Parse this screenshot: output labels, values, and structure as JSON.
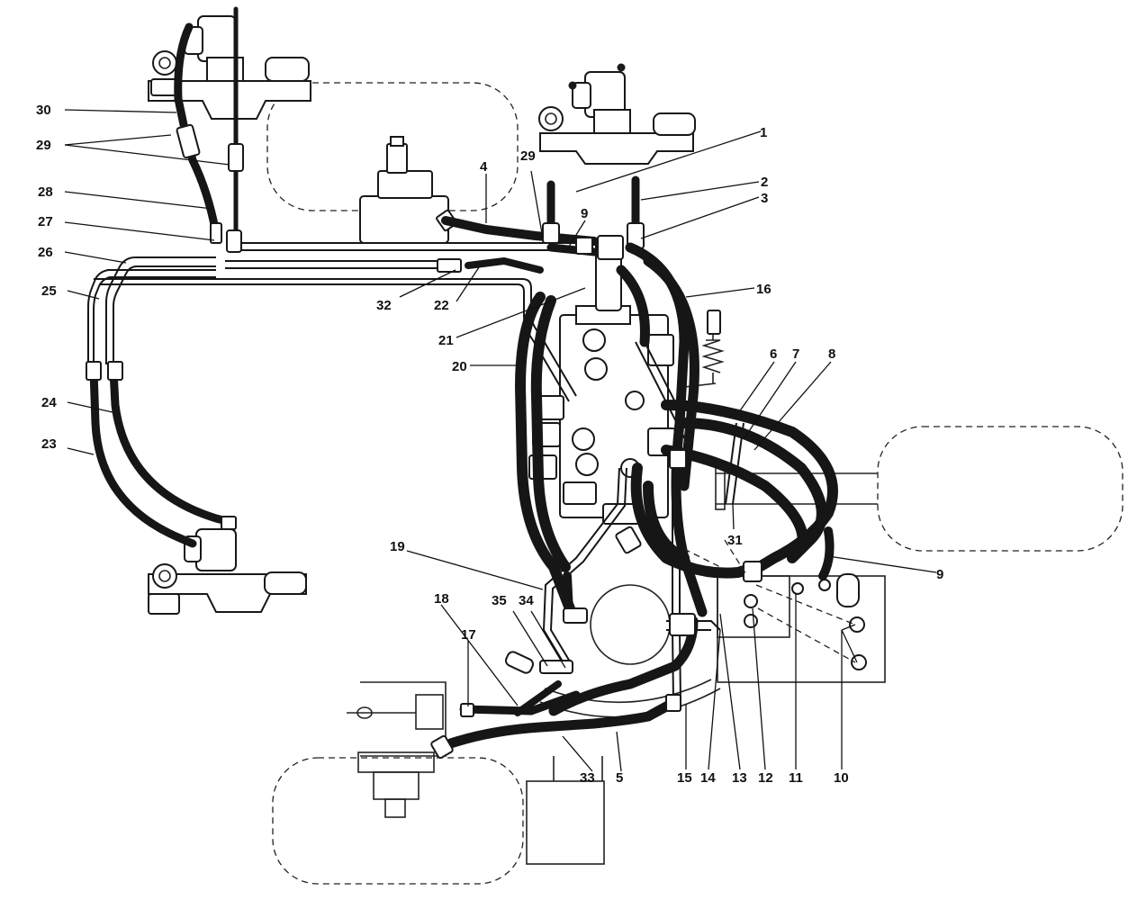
{
  "callouts": [
    {
      "id": "c1",
      "text": "1"
    },
    {
      "id": "c2",
      "text": "2"
    },
    {
      "id": "c3",
      "text": "3"
    },
    {
      "id": "c4",
      "text": "4"
    },
    {
      "id": "c5",
      "text": "5"
    },
    {
      "id": "c6",
      "text": "6"
    },
    {
      "id": "c7",
      "text": "7"
    },
    {
      "id": "c8",
      "text": "8"
    },
    {
      "id": "c9a",
      "text": "9"
    },
    {
      "id": "c9b",
      "text": "9"
    },
    {
      "id": "c10",
      "text": "10"
    },
    {
      "id": "c11",
      "text": "11"
    },
    {
      "id": "c12",
      "text": "12"
    },
    {
      "id": "c13",
      "text": "13"
    },
    {
      "id": "c14",
      "text": "14"
    },
    {
      "id": "c15",
      "text": "15"
    },
    {
      "id": "c16",
      "text": "16"
    },
    {
      "id": "c17",
      "text": "17"
    },
    {
      "id": "c18",
      "text": "18"
    },
    {
      "id": "c19",
      "text": "19"
    },
    {
      "id": "c20",
      "text": "20"
    },
    {
      "id": "c21",
      "text": "21"
    },
    {
      "id": "c22",
      "text": "22"
    },
    {
      "id": "c23",
      "text": "23"
    },
    {
      "id": "c24",
      "text": "24"
    },
    {
      "id": "c25",
      "text": "25"
    },
    {
      "id": "c26",
      "text": "26"
    },
    {
      "id": "c27",
      "text": "27"
    },
    {
      "id": "c28",
      "text": "28"
    },
    {
      "id": "c29a",
      "text": "29"
    },
    {
      "id": "c29b",
      "text": "29"
    },
    {
      "id": "c30",
      "text": "30"
    },
    {
      "id": "c31",
      "text": "31"
    },
    {
      "id": "c32",
      "text": "32"
    },
    {
      "id": "c33",
      "text": "33"
    },
    {
      "id": "c34",
      "text": "34"
    },
    {
      "id": "c35",
      "text": "35"
    }
  ]
}
